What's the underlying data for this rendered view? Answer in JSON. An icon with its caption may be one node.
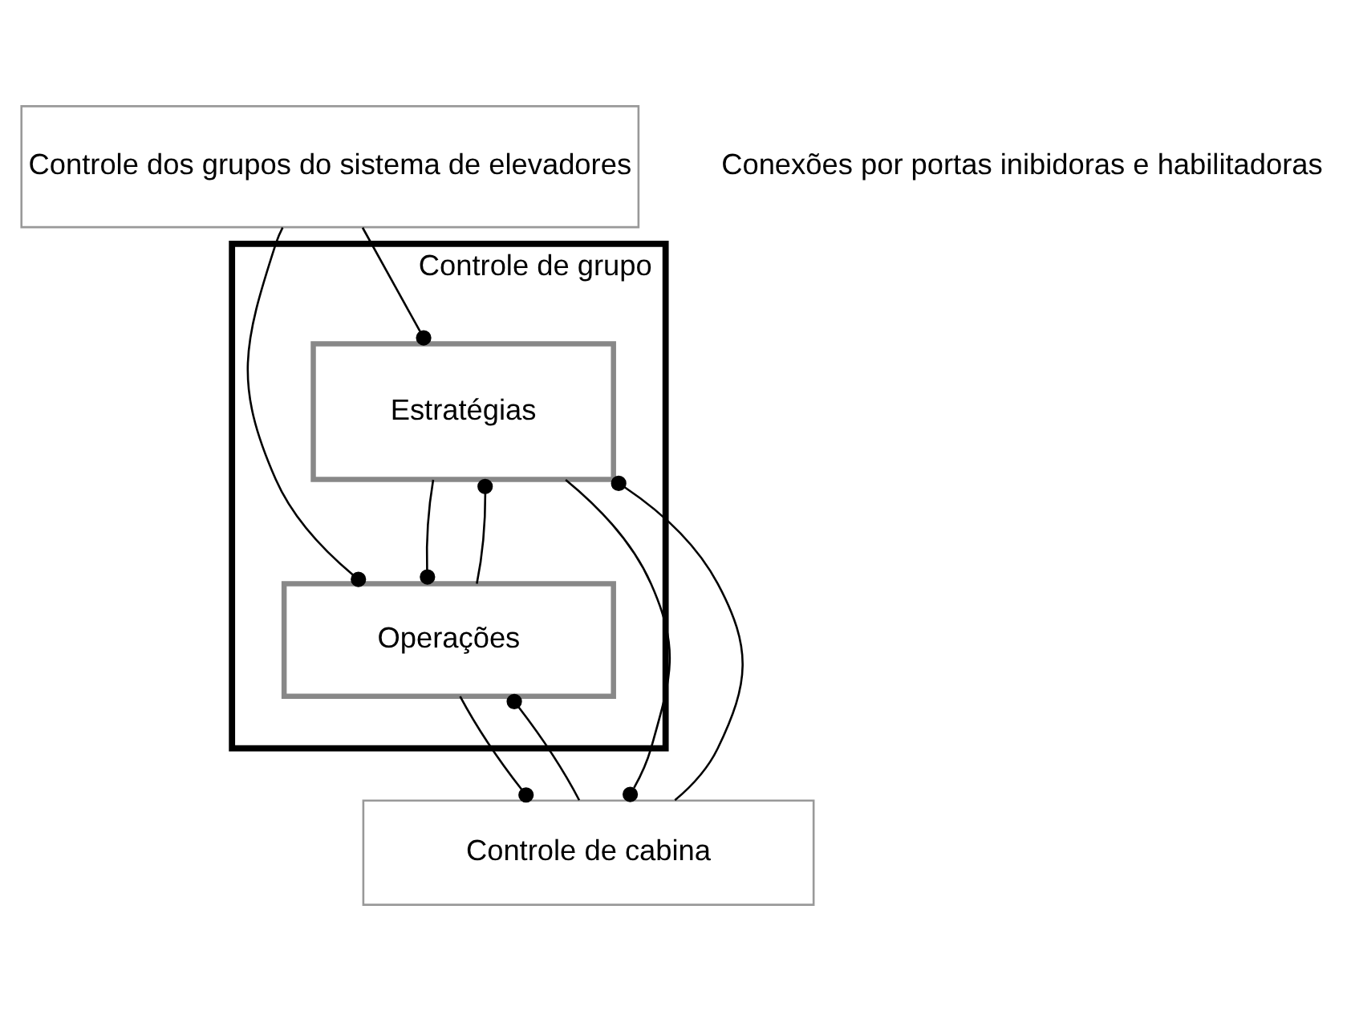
{
  "diagram": {
    "nodes": [
      {
        "text": [
          "Controle dos grupos do sistema de elevadores"
        ]
      },
      {
        "text": [
          "Controle de grupo"
        ]
      },
      {
        "text": [
          "Estratégias"
        ],
        "in": 1
      },
      {
        "text": [
          "Operações"
        ],
        "in": 1
      },
      {
        "text": [
          "Controle de cabina"
        ]
      }
    ],
    "edges": [
      {
        "from": 0,
        "to": 2,
        "arrow": "other"
      },
      {
        "from": 0,
        "to": 3,
        "arrow": "other"
      },
      {
        "from": 2,
        "to": 4,
        "arrow": "other"
      },
      {
        "from": 4,
        "to": 2,
        "arrow": "other"
      },
      {
        "from": 2,
        "to": 3,
        "arrow": "other"
      },
      {
        "from": 3,
        "to": 2,
        "arrow": "other"
      },
      {
        "from": 3,
        "to": 4,
        "arrow": "other"
      },
      {
        "from": 4,
        "to": 3,
        "arrow": "other"
      }
    ],
    "labels": [
      "Conexões por portas inibidoras e habilitadoras"
    ]
  }
}
